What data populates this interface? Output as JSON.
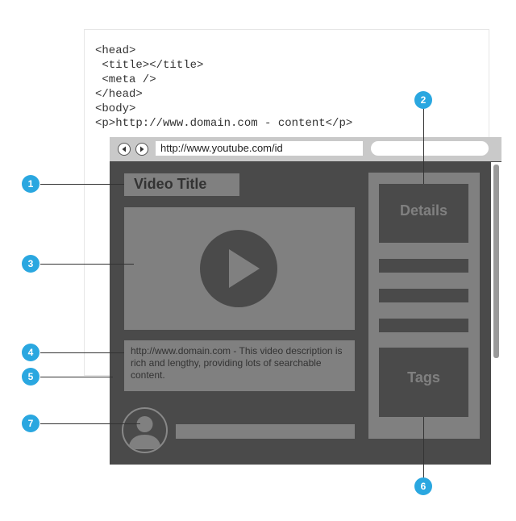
{
  "code_snippet": {
    "lines": [
      "<head>",
      " <title></title>",
      " <meta />",
      "</head>",
      "<body>",
      "<p>http://www.domain.com - content</p>"
    ]
  },
  "browser": {
    "url": "http://www.youtube.com/id",
    "back_icon": "chevron-left-icon",
    "forward_icon": "chevron-right-icon"
  },
  "page": {
    "video_title": "Video Title",
    "video_player_icon": "play-icon",
    "description": "http://www.domain.com - This video description is rich and lengthy, providing lots of searchable content.",
    "avatar_icon": "user-avatar-icon",
    "sidebar": {
      "details_label": "Details",
      "tags_label": "Tags"
    }
  },
  "callouts": [
    "1",
    "2",
    "3",
    "4",
    "5",
    "6",
    "7"
  ],
  "colors": {
    "callout": "#2aa7e0",
    "browser_bg": "#4a4a4a",
    "block": "#808080",
    "chrome": "#c9c9c9"
  }
}
